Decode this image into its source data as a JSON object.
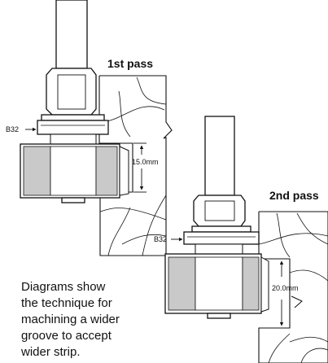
{
  "diagrams": [
    {
      "title": "1st pass",
      "bearing_label": "B32",
      "dimension_label": "15.0mm"
    },
    {
      "title": "2nd pass",
      "bearing_label": "B32",
      "dimension_label": "20.0mm"
    }
  ],
  "caption": {
    "lines": [
      "Diagrams show",
      "the technique for",
      "machining a wider",
      "groove to accept",
      "wider strip."
    ]
  }
}
